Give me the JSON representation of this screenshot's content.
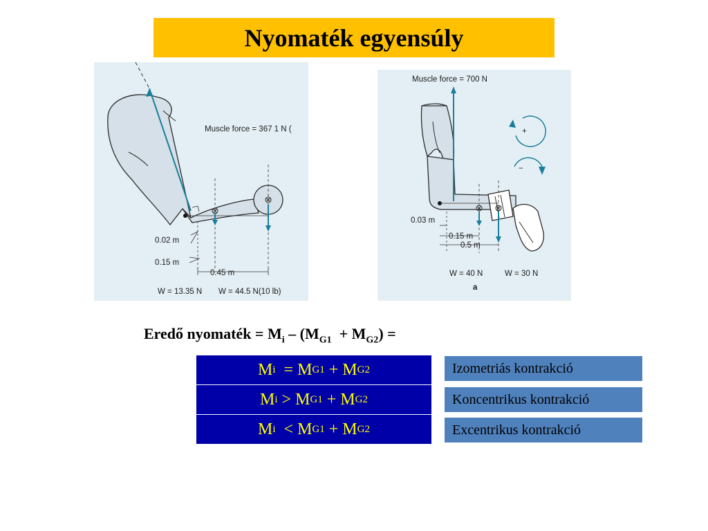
{
  "title": "Nyomaték egyensúly",
  "left_figure": {
    "muscle_force": "Muscle force = 367 1 N (",
    "dim_002": "0.02 m",
    "dim_015": "0.15 m",
    "dim_045": "0.45 m",
    "weight_arm": "W = 13.35 N",
    "weight_load": "W = 44.5 N(10 lb)"
  },
  "right_figure": {
    "muscle_force": "Muscle force = 700 N",
    "plus": "+",
    "minus": "−",
    "dim_003": "0.03 m",
    "dim_015": "0.15 m",
    "dim_05": "0.5 m",
    "weight_leg": "W = 40 N",
    "weight_load": "W = 30 N",
    "caption": "a"
  },
  "formula": {
    "prefix": "Eredő nyomaték = M",
    "sub_i": "i",
    "middle": " – (M",
    "sub_g1": "G1",
    "plus": "  + M",
    "sub_g2": "G2",
    "suffix": ") ="
  },
  "conditions": [
    {
      "m": "M",
      "i": "i",
      "op": "  = M",
      "g1": "G1",
      "plus": " + M",
      "g2": "G2"
    },
    {
      "m": "M",
      "i": "i",
      "op": " > M",
      "g1": "G1",
      "plus": " + M",
      "g2": "G2"
    },
    {
      "m": "M",
      "i": "i",
      "op": "  < M",
      "g1": "G1",
      "plus": " + M",
      "g2": "G2"
    }
  ],
  "contraction_types": [
    "Izometriás kontrakció",
    "Koncentrikus kontrakció",
    "Excentrikus kontrakció"
  ],
  "colors": {
    "title_bg": "#ffc000",
    "formula_box_bg": "#0000a8",
    "formula_box_text": "#ffff00",
    "label_box_bg": "#4f81bd",
    "figure_bg": "#e4eff5",
    "arrow_teal": "#1a7f9a"
  }
}
